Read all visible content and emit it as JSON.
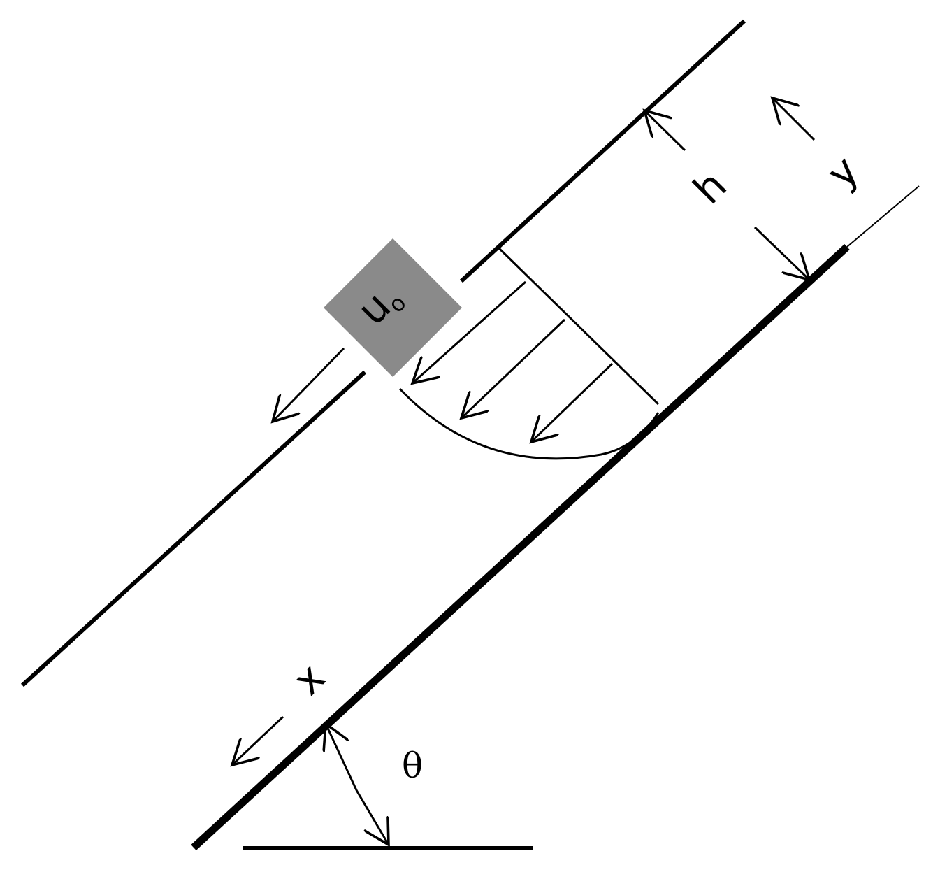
{
  "labels": {
    "block": "u",
    "block_sub": "o",
    "h": "h",
    "y": "y",
    "x": "x",
    "theta": "θ"
  },
  "colors": {
    "block_fill": "#8a8a8a",
    "line": "#000000",
    "background": "#ffffff"
  }
}
